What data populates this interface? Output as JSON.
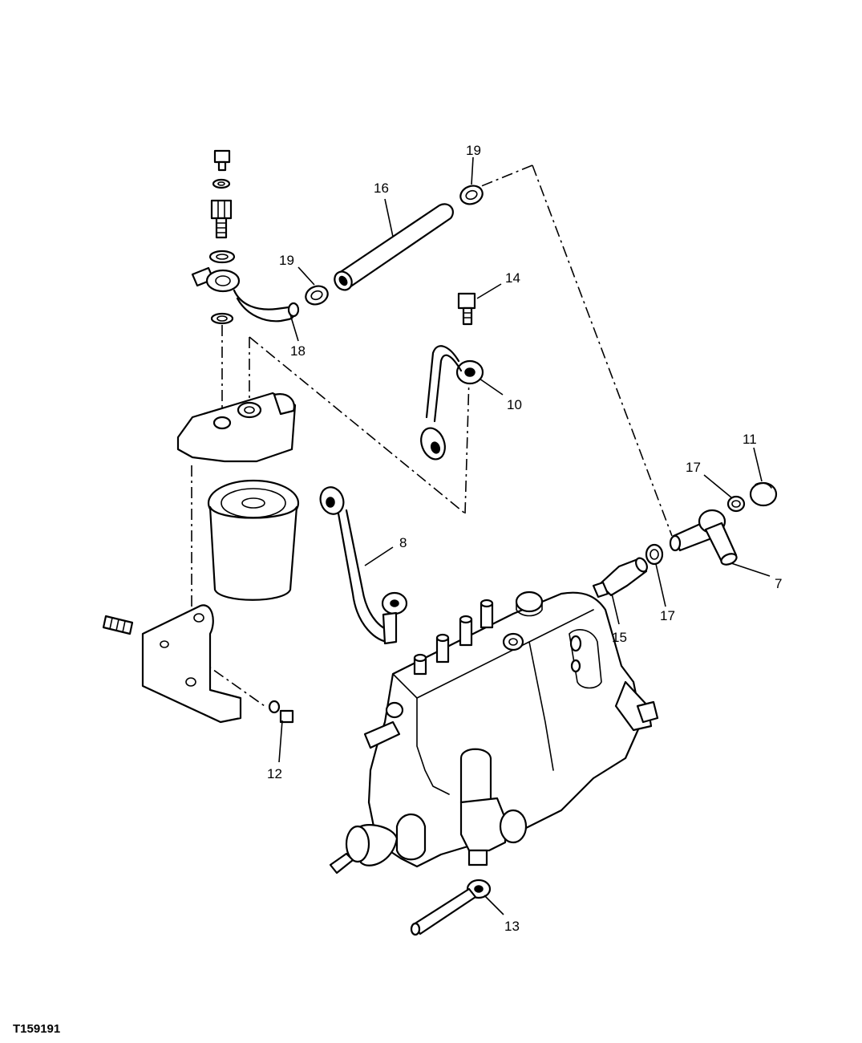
{
  "figure_id": "T159191",
  "callouts": {
    "c7": "7",
    "c8": "8",
    "c10": "10",
    "c11": "11",
    "c12": "12",
    "c13": "13",
    "c14": "14",
    "c15": "15",
    "c16": "16",
    "c17a": "17",
    "c17b": "17",
    "c18": "18",
    "c19a": "19",
    "c19b": "19"
  }
}
